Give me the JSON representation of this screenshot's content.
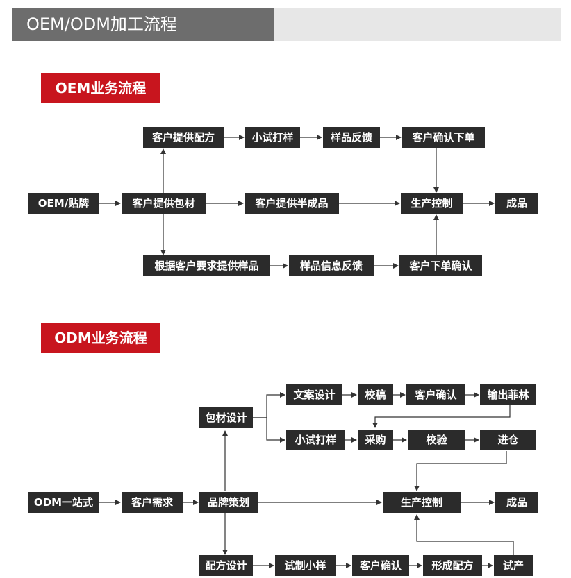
{
  "header": {
    "title": "OEM/ODM加工流程"
  },
  "oem": {
    "tag": "OEM业务流程",
    "nodes": {
      "oem_brand": "OEM/贴牌",
      "client_packaging": "客户提供包材",
      "client_formula": "客户提供配方",
      "trial_sample": "小试打样",
      "sample_feedback": "样品反馈",
      "client_confirm_order": "客户确认下单",
      "client_semi": "客户提供半成品",
      "production_control": "生产控制",
      "finished": "成品",
      "sample_by_request": "根据客户要求提供样品",
      "sample_info_feedback": "样品信息反馈",
      "client_order_confirm": "客户下单确认"
    }
  },
  "odm": {
    "tag": "ODM业务流程",
    "nodes": {
      "one_stop": "ODM一站式",
      "client_needs": "客户需求",
      "brand_planning": "品牌策划",
      "packaging_design": "包材设计",
      "copy_design": "文案设计",
      "proofread": "校稿",
      "client_confirm_1": "客户确认",
      "output_film": "输出菲林",
      "trial_sample": "小试打样",
      "purchase": "采购",
      "inspection": "校验",
      "warehouse_in": "进仓",
      "production_control": "生产控制",
      "finished": "成品",
      "formula_design": "配方设计",
      "trial_small_sample": "试制小样",
      "client_confirm_2": "客户确认",
      "form_formula": "形成配方",
      "trial_production": "试产"
    }
  }
}
